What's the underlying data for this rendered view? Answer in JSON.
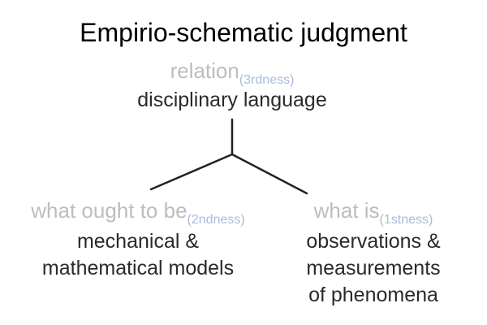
{
  "title": "Empirio-schematic judgment",
  "colors": {
    "background": "#ffffff",
    "title": "#000000",
    "category_text": "#bdbdbd",
    "ordinal_text": "#a9bcd9",
    "content_text": "#2a2a2a",
    "connector": "#222222"
  },
  "nodes": {
    "top": {
      "kind": "relation",
      "ordinal": "(3rdness)",
      "lines": [
        "disciplinary language"
      ]
    },
    "left": {
      "kind": "what ought to be",
      "ordinal": "(2ndness)",
      "lines": [
        "mechanical &",
        "mathematical models"
      ]
    },
    "right": {
      "kind": "what is",
      "ordinal": "(1stness)",
      "lines": [
        "observations &",
        "measurements",
        "of phenomena"
      ]
    }
  }
}
